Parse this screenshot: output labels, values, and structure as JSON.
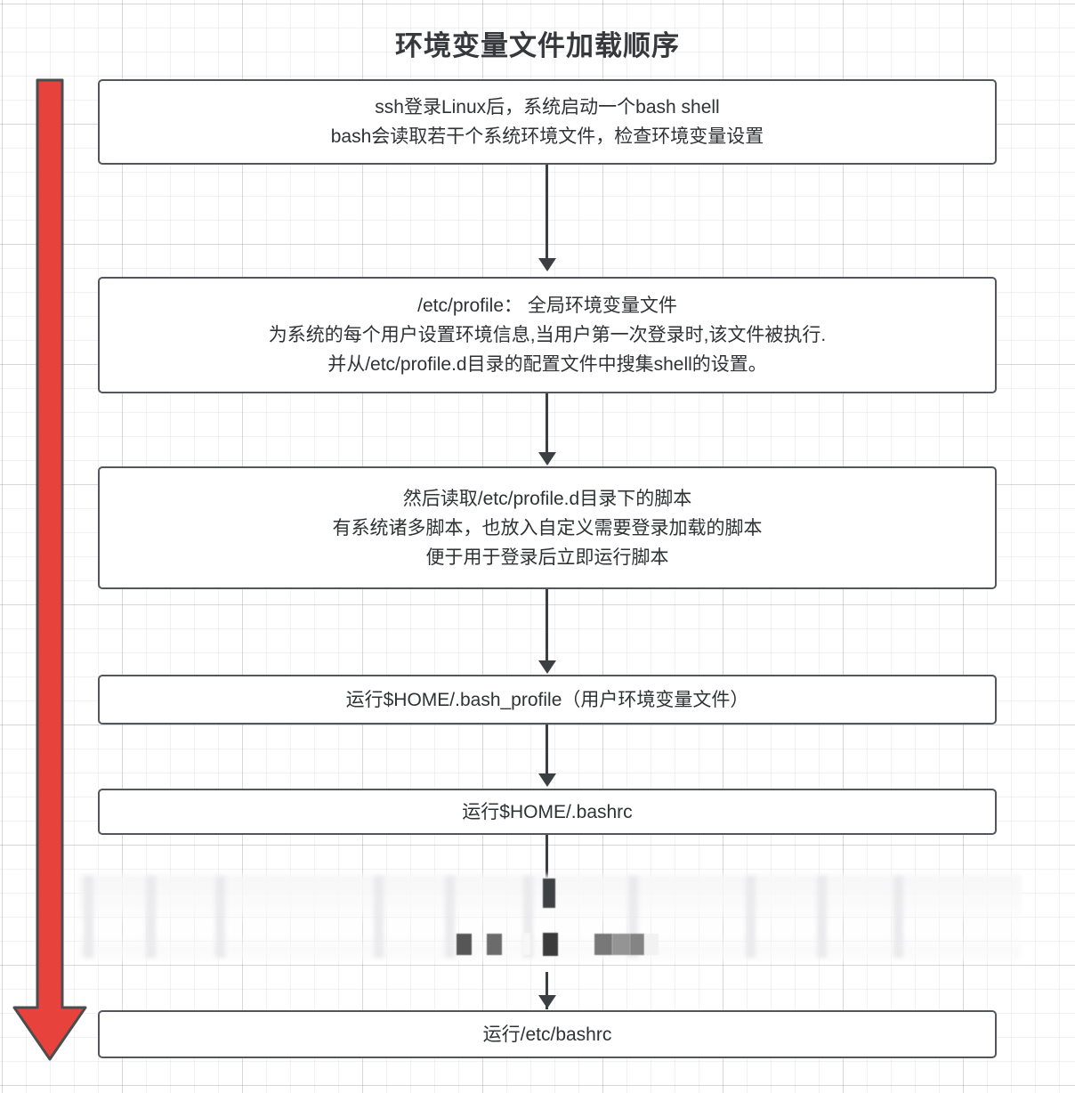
{
  "title": "环境变量文件加载顺序",
  "colors": {
    "arrow_red": "#e8423c",
    "arrow_red_border": "#4a4d50",
    "box_border": "#53565a",
    "text": "#2f3234",
    "title": "#36393b",
    "connector": "#3c3f41",
    "grid": "#9696a5",
    "background": "#ffffff"
  },
  "left_arrow": {
    "name": "sequence-direction-arrow",
    "direction": "down",
    "color": "#e8423c"
  },
  "flow": {
    "nodes": [
      {
        "id": "node-ssh-login",
        "lines": [
          "ssh登录Linux后，系统启动一个bash shell",
          "bash会读取若干个系统环境文件，检查环境变量设置"
        ]
      },
      {
        "id": "node-etc-profile",
        "lines": [
          "/etc/profile： 全局环境变量文件",
          "为系统的每个用户设置环境信息,当用户第一次登录时,该文件被执行.",
          "并从/etc/profile.d目录的配置文件中搜集shell的设置。"
        ]
      },
      {
        "id": "node-profile-d",
        "lines": [
          "然后读取/etc/profile.d目录下的脚本",
          "有系统诸多脚本，也放入自定义需要登录加载的脚本",
          "便于用于登录后立即运行脚本"
        ]
      },
      {
        "id": "node-bash-profile",
        "lines": [
          "运行$HOME/.bash_profile（用户环境变量文件）"
        ]
      },
      {
        "id": "node-bashrc",
        "lines": [
          "运行$HOME/.bashrc"
        ]
      },
      {
        "id": "node-etc-bashrc",
        "lines": [
          "运行/etc/bashrc"
        ]
      }
    ],
    "connector_count": 6
  },
  "redacted_region": {
    "name": "blurred-redacted-node",
    "description": "blurred / pixelated obscured step between .bashrc and /etc/bashrc",
    "visible_text": ""
  }
}
